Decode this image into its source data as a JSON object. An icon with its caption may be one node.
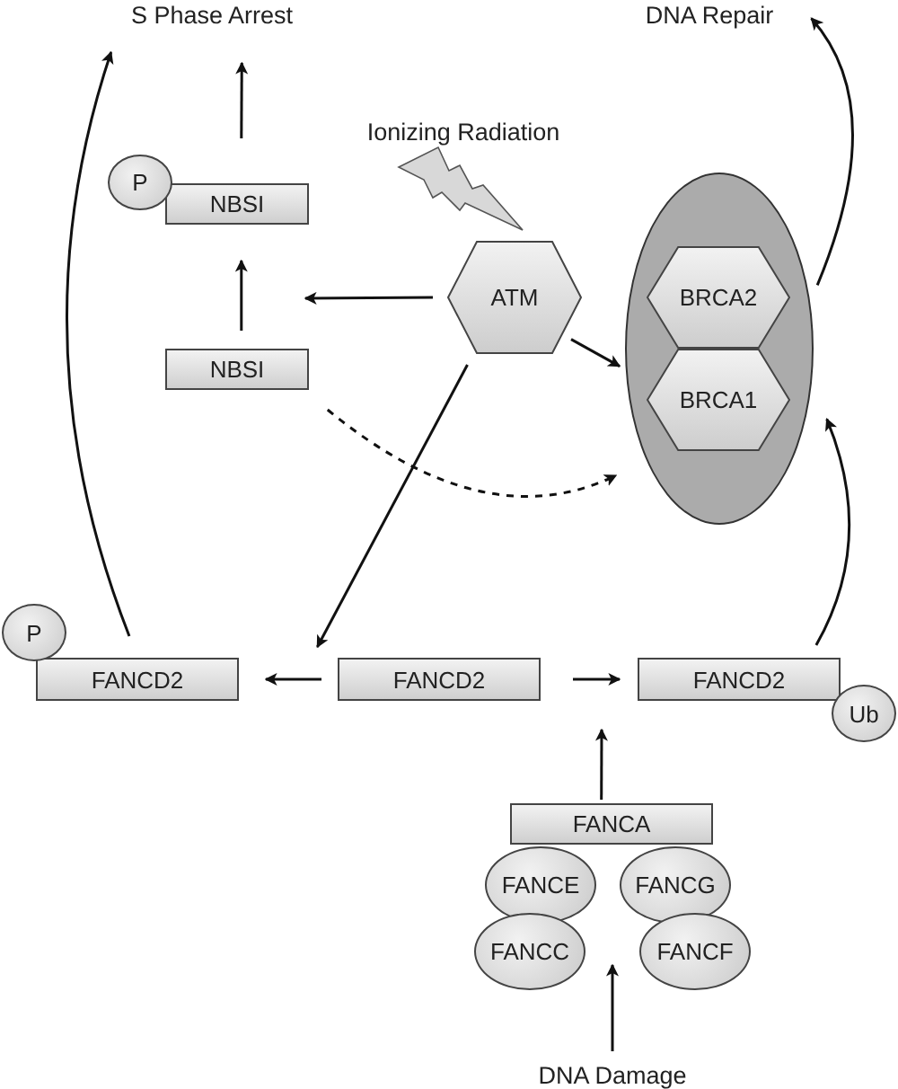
{
  "diagram": {
    "nodes": [
      {
        "text": [
          "S Phase Arrest"
        ]
      },
      {
        "text": [
          "DNA Repair"
        ]
      },
      {
        "text": [
          "P"
        ]
      },
      {
        "text": [
          "NBSI"
        ]
      },
      {
        "text": [
          "Ionizing Radiation"
        ]
      },
      {
        "text": [
          "ATM"
        ]
      },
      {
        "text": [
          "NBSI"
        ]
      },
      {
        "text": [],
        "shape": "ellipse"
      },
      {
        "text": [
          "BRCA2"
        ],
        "in": 7
      },
      {
        "text": [
          "BRCA1"
        ],
        "in": 7
      },
      {
        "text": [
          "P"
        ]
      },
      {
        "text": [
          "FANCD2"
        ]
      },
      {
        "text": [
          "FANCD2"
        ]
      },
      {
        "text": [
          "FANCD2"
        ]
      },
      {
        "text": [
          "Ub"
        ]
      },
      {
        "text": [
          "FANCA"
        ]
      },
      {
        "text": [
          "FANCE"
        ]
      },
      {
        "text": [
          "FANCG"
        ]
      },
      {
        "text": [
          "FANCC"
        ]
      },
      {
        "text": [
          "FANCF"
        ]
      },
      {
        "text": [
          "DNA Damage"
        ]
      }
    ],
    "edges": [
      {
        "from": 3,
        "to": 0,
        "arrow": "to"
      },
      {
        "from": 6,
        "to": 3,
        "arrow": "to"
      },
      {
        "from": 5,
        "to": null,
        "arrow": "to"
      },
      {
        "from": 5,
        "to": 7,
        "arrow": "to"
      },
      {
        "from": 6,
        "to": 7,
        "arrow": "to",
        "style": "dashed"
      },
      {
        "from": 5,
        "to": 12,
        "arrow": "to"
      },
      {
        "from": 12,
        "to": 11,
        "arrow": "to"
      },
      {
        "from": 12,
        "to": 13,
        "arrow": "to"
      },
      {
        "from": 15,
        "to": 13,
        "arrow": "to"
      },
      {
        "from": 20,
        "to": 18,
        "arrow": "to"
      },
      {
        "from": 11,
        "to": 0,
        "arrow": "to"
      },
      {
        "from": 13,
        "to": 7,
        "arrow": "to"
      },
      {
        "from": 7,
        "to": 1,
        "arrow": "to"
      }
    ]
  }
}
